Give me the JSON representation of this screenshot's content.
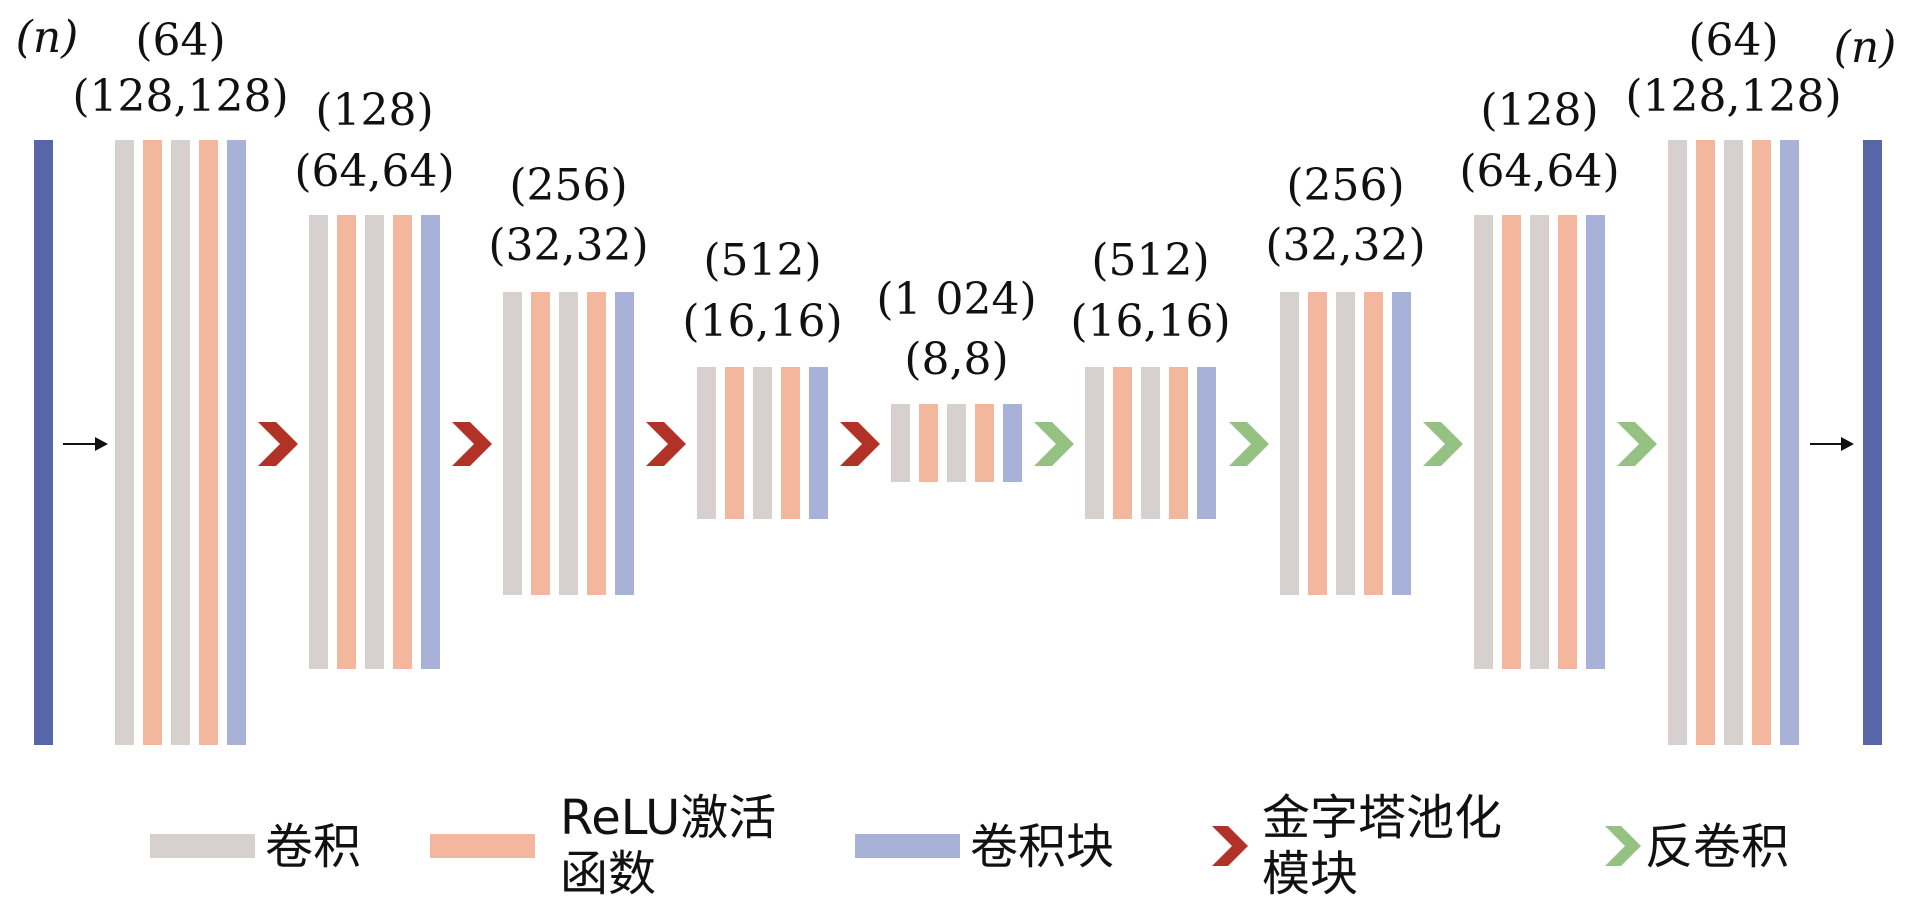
{
  "io_labels": {
    "input": "(n)",
    "output": "(n)"
  },
  "stages": [
    {
      "channels": "(64)",
      "size": "(128,128)",
      "role": "encoder"
    },
    {
      "channels": "(128)",
      "size": "(64,64)",
      "role": "encoder"
    },
    {
      "channels": "(256)",
      "size": "(32,32)",
      "role": "encoder"
    },
    {
      "channels": "(512)",
      "size": "(16,16)",
      "role": "encoder"
    },
    {
      "channels": "(1 024)",
      "size": "(8,8)",
      "role": "bottleneck"
    },
    {
      "channels": "(512)",
      "size": "(16,16)",
      "role": "decoder"
    },
    {
      "channels": "(256)",
      "size": "(32,32)",
      "role": "decoder"
    },
    {
      "channels": "(128)",
      "size": "(64,64)",
      "role": "decoder"
    },
    {
      "channels": "(64)",
      "size": "(128,128)",
      "role": "decoder"
    }
  ],
  "block_sequence": [
    "conv",
    "relu",
    "conv",
    "relu",
    "conv_block"
  ],
  "connectors": [
    "pool",
    "pool",
    "pool",
    "pool",
    "deconv",
    "deconv",
    "deconv",
    "deconv"
  ],
  "legend": [
    {
      "key": "conv",
      "lines": [
        "卷积"
      ]
    },
    {
      "key": "relu",
      "lines": [
        "ReLU激活",
        "函数"
      ]
    },
    {
      "key": "conv_block",
      "lines": [
        "卷积块"
      ]
    },
    {
      "key": "pool",
      "lines": [
        "金字塔池化",
        "模块"
      ]
    },
    {
      "key": "deconv",
      "lines": [
        "反卷积"
      ]
    }
  ],
  "colors": {
    "conv": "#d6d1ce",
    "relu": "#f2b79c",
    "conv_block": "#a8b1d8",
    "io_bar": "#5766a6",
    "pool": "#b23228",
    "deconv": "#95c283",
    "arrow": "#111111"
  }
}
